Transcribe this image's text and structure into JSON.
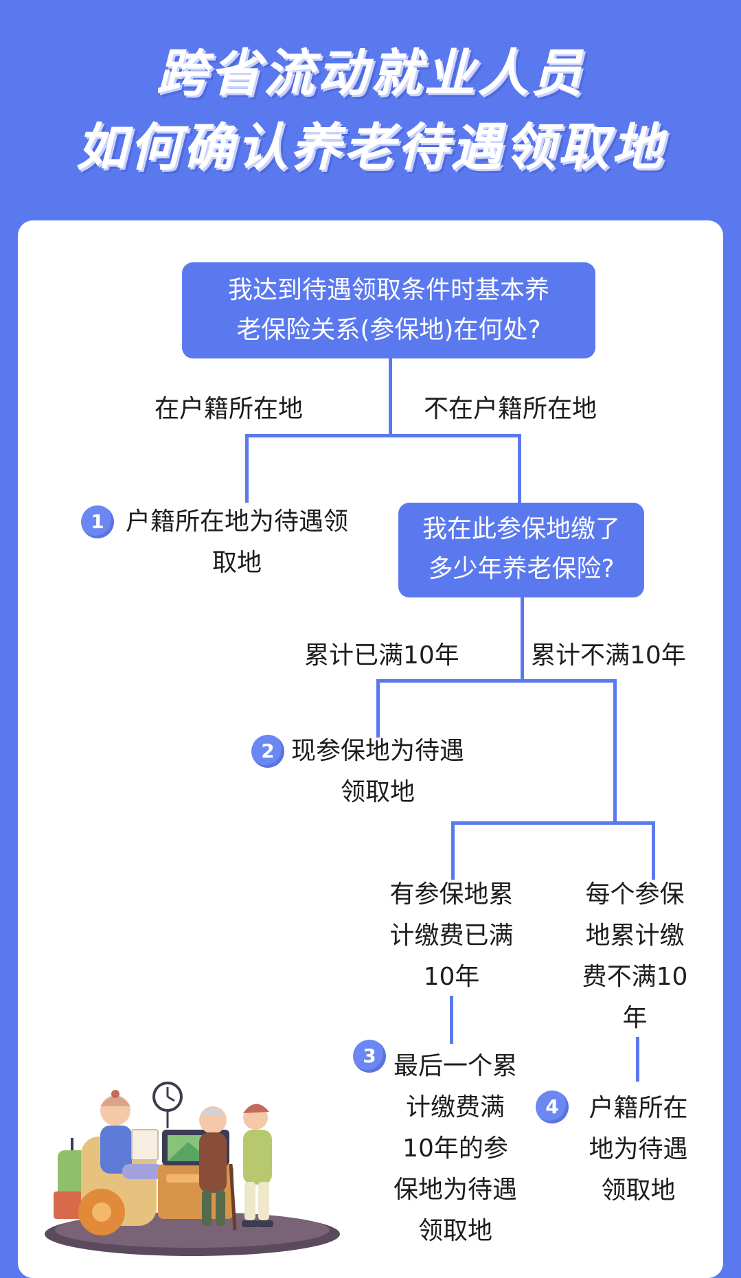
{
  "title": {
    "line1": "跨省流动就业人员",
    "line2": "如何确认养老待遇领取地"
  },
  "flowchart": {
    "q1": "我达到待遇领取条件时基本养老保险关系(参保地)在何处?",
    "branch_left": "在户籍所在地",
    "branch_right": "不在户籍所在地",
    "r1_number": "1",
    "r1": "户籍所在地为待遇领取地",
    "q2": "我在此参保地缴了多少年养老保险?",
    "branch_full": "累计已满10年",
    "branch_notfull": "累计不满10年",
    "r2_number": "2",
    "r2": "现参保地为待遇领取地",
    "cond_a": "有参保地累计缴费已满10年",
    "cond_b": "每个参保地累计缴费不满10年",
    "r3_number": "3",
    "r3": "最后一个累计缴费满10年的参保地为待遇领取地",
    "r4_number": "4",
    "r4": "户籍所在地为待遇领取地"
  },
  "colors": {
    "primary": "#5b79ef",
    "card": "#ffffff",
    "text": "#1d1d1d"
  }
}
